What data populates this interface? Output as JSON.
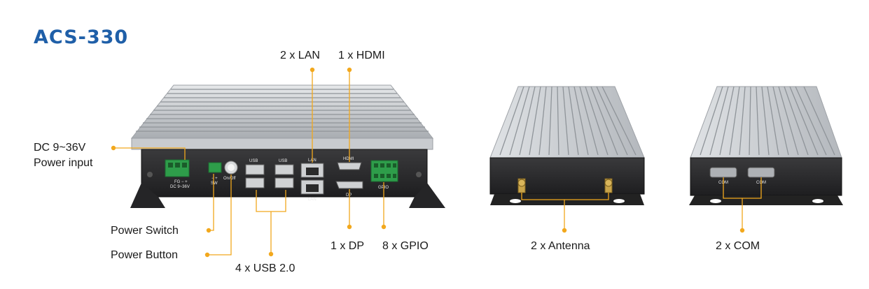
{
  "title": "ACS-330",
  "callouts": {
    "lan": "2 x LAN",
    "hdmi": "1 x HDMI",
    "dc_line1": "DC 9~36V",
    "dc_line2": "Power input",
    "power_switch": "Power Switch",
    "power_button": "Power Button",
    "usb": "4 x USB 2.0",
    "dp": "1 x DP",
    "gpio": "8 x GPIO",
    "antenna": "2 x Antenna",
    "com": "2 x COM"
  },
  "panel_labels": {
    "dc_fg": "FG  −  +",
    "dc_range": "DC 9~36V",
    "sw_pm": "−  +",
    "sw": "SW",
    "onoff": "On/Off",
    "usb_a": "USB",
    "usb_b": "USB",
    "lan_top": "LAN",
    "lan_bottom": "LAN",
    "hdmi": "HDMI",
    "dp": "DP",
    "gpio": "GPIO",
    "com_a": "COM",
    "com_b": "COM"
  },
  "colors": {
    "title": "#1f5fa8",
    "callout_line": "#f2a81d",
    "heatsink": "#c9ccd0",
    "chassis": "#2a2a2c",
    "connector_green": "#2e9d4a"
  }
}
